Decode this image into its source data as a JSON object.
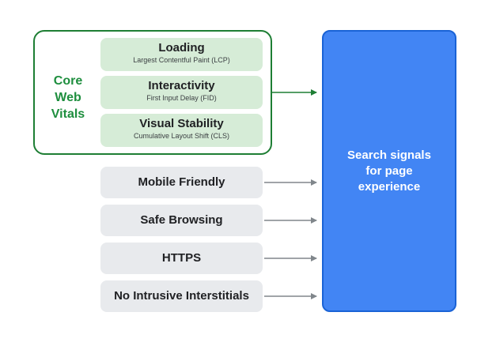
{
  "core_web_vitals": {
    "label_lines": [
      "Core",
      "Web",
      "Vitals"
    ],
    "metrics": [
      {
        "title": "Loading",
        "subtitle": "Largest Contentful Paint (LCP)"
      },
      {
        "title": "Interactivity",
        "subtitle": "First Input Delay (FID)"
      },
      {
        "title": "Visual Stability",
        "subtitle": "Cumulative Layout Shift (CLS)"
      }
    ]
  },
  "signals": [
    {
      "label": "Mobile Friendly"
    },
    {
      "label": "Safe Browsing"
    },
    {
      "label": "HTTPS"
    },
    {
      "label": "No Intrusive Interstitials"
    }
  ],
  "target": {
    "label": "Search signals for page experience"
  },
  "colors": {
    "cwv_border": "#1e7e34",
    "cwv_text": "#1e8e3e",
    "metric_fill": "#d6ecd7",
    "signal_fill": "#e8eaed",
    "target_fill": "#4285f4",
    "gray_arrow": "#80868b"
  }
}
